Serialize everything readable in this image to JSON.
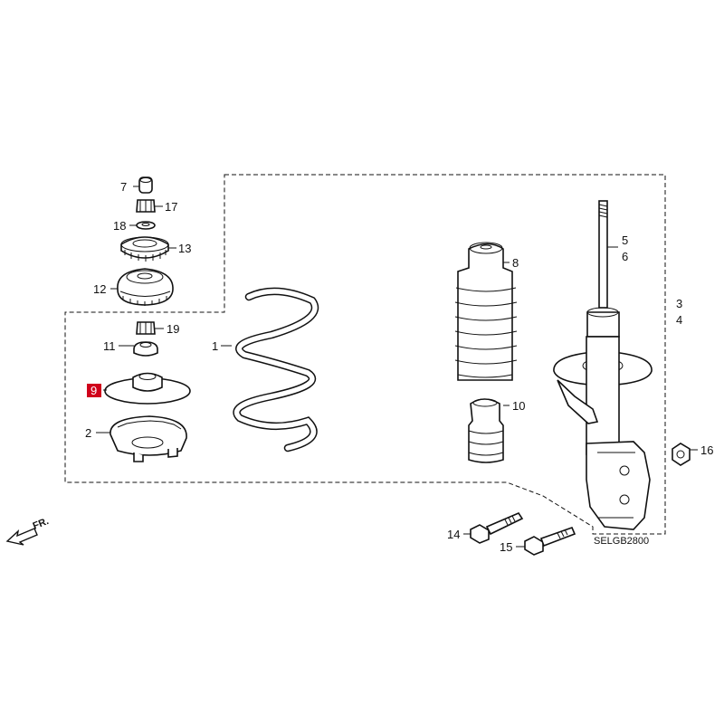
{
  "callouts": {
    "c1": "1",
    "c2": "2",
    "c3": "3",
    "c4": "4",
    "c5": "5",
    "c6": "6",
    "c7": "7",
    "c8": "8",
    "c9": "9",
    "c10": "10",
    "c11": "11",
    "c12": "12",
    "c13": "13",
    "c14": "14",
    "c15": "15",
    "c16": "16",
    "c17": "17",
    "c18": "18",
    "c19": "19"
  },
  "highlight_color": "#d0021b",
  "direction_label": "FR.",
  "diagram_code": "SELGB2800"
}
